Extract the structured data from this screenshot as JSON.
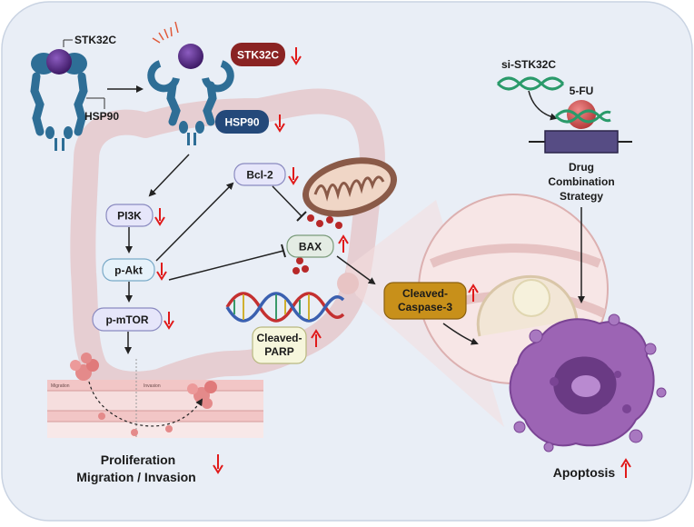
{
  "complex": {
    "stk32c_label": "STK32C",
    "hsp90_label": "HSP90"
  },
  "badges": {
    "stk32c": "STK32C",
    "hsp90": "HSP90"
  },
  "pathway": {
    "pi3k": "PI3K",
    "pakt": "p-Akt",
    "pmtor": "p-mTOR",
    "bcl2": "Bcl-2",
    "bax": "BAX",
    "cleaved_parp_line1": "Cleaved-",
    "cleaved_parp_line2": "PARP",
    "cleaved_caspase_line1": "Cleaved-",
    "cleaved_caspase_line2": "Caspase-3"
  },
  "outcomes": {
    "proliferation": "Proliferation",
    "migration": "Migration / Invasion",
    "apoptosis": "Apoptosis"
  },
  "strategy": {
    "si_stk32c": "si-STK32C",
    "five_fu": "5-FU",
    "line1": "Drug",
    "line2": "Combination",
    "line3": "Strategy"
  },
  "tissue": {
    "left_label": "Migration",
    "right_label": "Invasion"
  },
  "colors": {
    "background": "#e9eef6",
    "receptor": "#2e6e96",
    "stk32c_ball": "#5a2a86",
    "stk32c_badge": "#8a2323",
    "hsp90_badge": "#24497a",
    "pathway_node": "#e6e6fa",
    "bax_node": "#e4ece4",
    "caspase_node": "#c8901a",
    "parp_node": "#f6f6dc",
    "up_down_arrow": "#e01a1a",
    "apoptotic_cell": "#9c64b4"
  }
}
